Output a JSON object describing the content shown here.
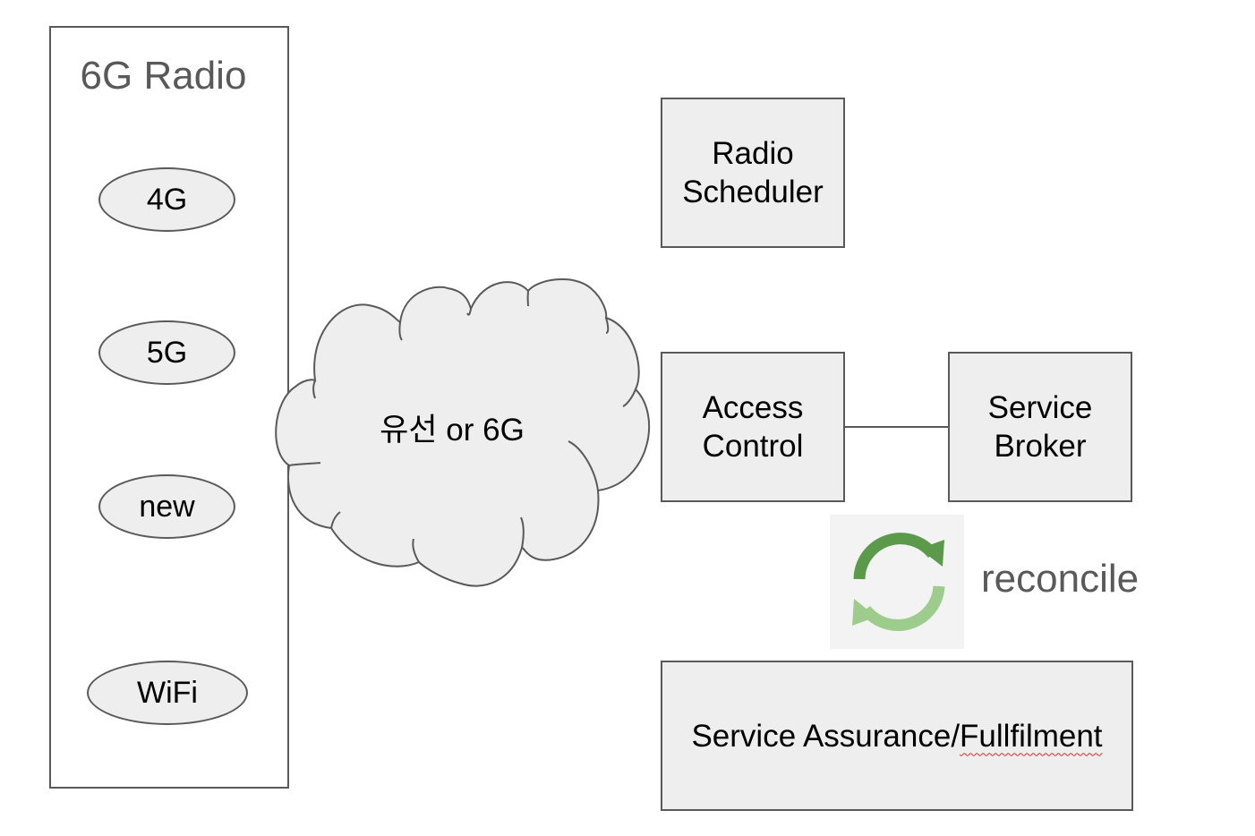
{
  "panel": {
    "title": "6G Radio",
    "items": [
      "4G",
      "5G",
      "new",
      "WiFi"
    ]
  },
  "cloud": {
    "label": "유선 or 6G"
  },
  "boxes": {
    "radio_scheduler": [
      "Radio",
      "Scheduler"
    ],
    "access_control": [
      "Access",
      "Control"
    ],
    "service_broker": [
      "Service",
      "Broker"
    ],
    "service_assurance": {
      "prefix": "Service Assurance/",
      "misspelled": "Fullfilment"
    }
  },
  "reconcile": {
    "label": "reconcile",
    "icon": "sync-arrows-icon"
  },
  "colors": {
    "stroke": "#595959",
    "fill": "#eeeeee",
    "arrow_dark": "#5b9a4a",
    "arrow_light": "#9dcc8c"
  }
}
